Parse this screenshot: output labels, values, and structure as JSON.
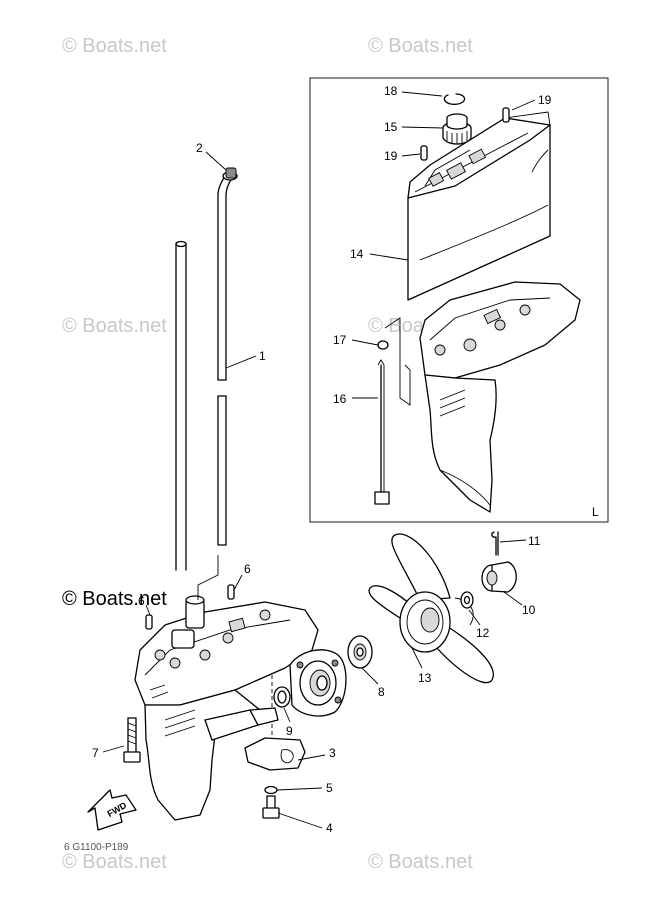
{
  "watermark": {
    "text": "© Boats.net",
    "main_text": "© Boats.net"
  },
  "inset": {
    "label": "L"
  },
  "fwd_label": "FWD",
  "diagram_code": "6 G1100-P189",
  "callouts": [
    {
      "id": "1",
      "label": "1"
    },
    {
      "id": "2",
      "label": "2"
    },
    {
      "id": "3",
      "label": "3"
    },
    {
      "id": "4",
      "label": "4"
    },
    {
      "id": "5",
      "label": "5"
    },
    {
      "id": "6",
      "label": "6"
    },
    {
      "id": "7",
      "label": "7"
    },
    {
      "id": "8",
      "label": "8"
    },
    {
      "id": "9",
      "label": "9"
    },
    {
      "id": "10",
      "label": "10"
    },
    {
      "id": "11",
      "label": "11"
    },
    {
      "id": "12",
      "label": "12"
    },
    {
      "id": "13",
      "label": "13"
    },
    {
      "id": "14",
      "label": "14"
    },
    {
      "id": "15",
      "label": "15"
    },
    {
      "id": "16",
      "label": "16"
    },
    {
      "id": "17",
      "label": "17"
    },
    {
      "id": "18",
      "label": "18"
    },
    {
      "id": "19a",
      "label": "19"
    },
    {
      "id": "19b",
      "label": "19"
    },
    {
      "id": "6b",
      "label": "6"
    }
  ]
}
